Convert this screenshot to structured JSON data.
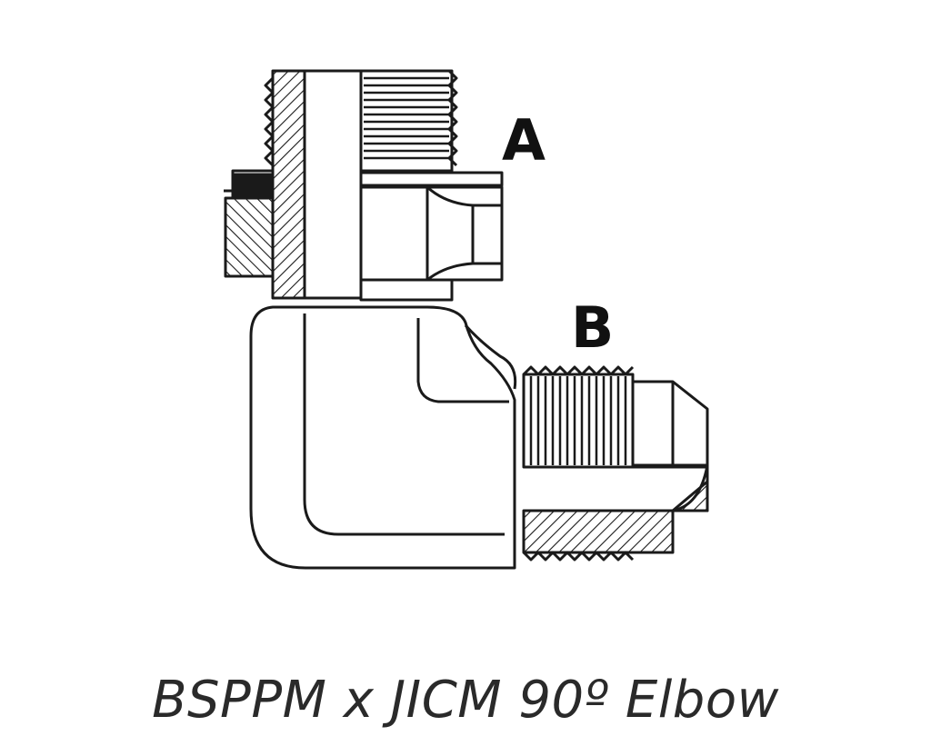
{
  "labels": {
    "port_a": "A",
    "port_b": "B"
  },
  "caption": "BSPPM x JICM 90º Elbow",
  "colors": {
    "stroke": "#1a1a1a",
    "fill": "#ffffff"
  }
}
